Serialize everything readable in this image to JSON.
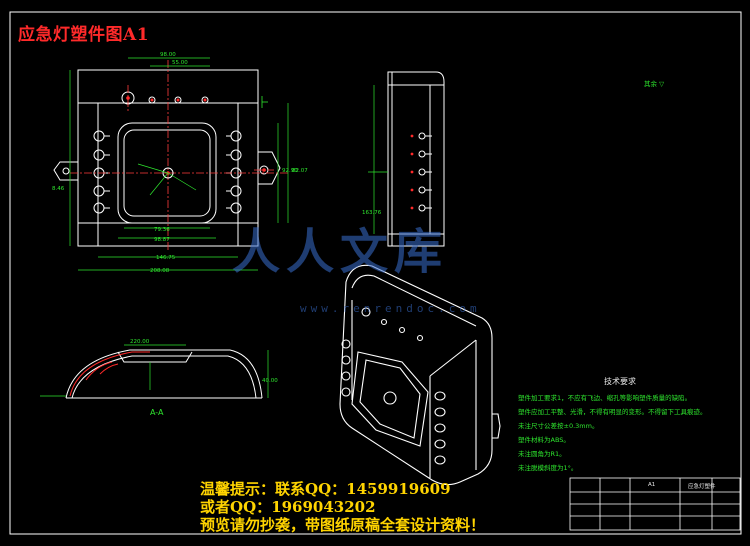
{
  "drawing": {
    "title": "应急灯塑件图A1",
    "section_label": "A-A",
    "roughness_note": "其余 ▽",
    "colors": {
      "background": "#000000",
      "outline": "#ffffff",
      "dimension": "#2ee62e",
      "accent": "#ff2a2a",
      "center_line": "#ff3b3b"
    }
  },
  "tech_requirements": {
    "heading": "技术要求",
    "items": [
      "塑件加工要求1，不应有飞边、缩孔等影响塑件质量的缺陷。",
      "塑件应加工平整、光滑，不得有明显的变形。不得留下工具痕迹。",
      "未注尺寸公差按±0.3mm。",
      "塑件材料为ABS。",
      "未注圆角为R1。",
      "未注脱模斜度为1°。"
    ]
  },
  "title_block": {
    "name": "应急灯塑件",
    "code": "A1"
  },
  "watermark": {
    "brand": "人人文库",
    "url": "www.renrendoc.com"
  },
  "footer": {
    "line1": "温馨提示：联系QQ：1459919609",
    "line2": "或者QQ：1969043202",
    "line3": "预览请勿抄袭，带图纸原稿全套设计资料！"
  },
  "dimensions": {
    "top_a": "98.00",
    "top_b": "55.00",
    "width_total": "208.08",
    "width_inner": "146.75",
    "inner_h1": "79.36",
    "inner_h2": "98.87",
    "right_h1": "92.90",
    "right_h2": "82.07",
    "left_small": "8.46",
    "side_h": "163.76",
    "section_h": "40.00",
    "section_top": "220.00"
  }
}
